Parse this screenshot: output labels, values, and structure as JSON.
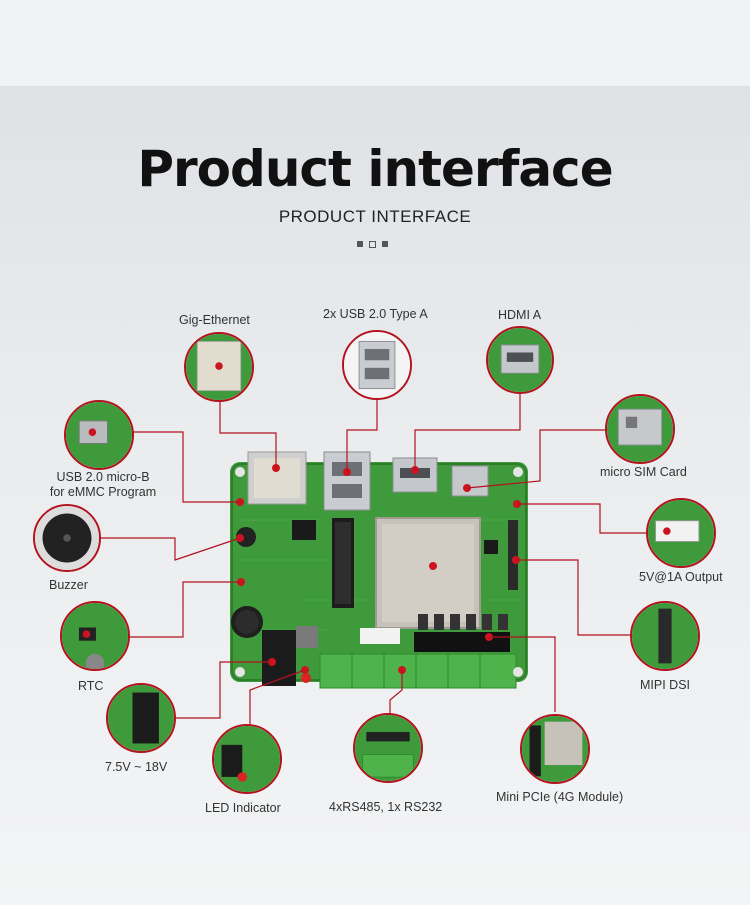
{
  "header": {
    "title": "Product interface",
    "subtitle": "PRODUCT INTERFACE"
  },
  "colors": {
    "accent": "#b3121f",
    "pcb": "#3e9a3a",
    "terminal": "#4db34a"
  },
  "callouts": {
    "gig_ethernet": "Gig-Ethernet",
    "usb_type_a": "2x USB 2.0 Type A",
    "hdmi": "HDMI A",
    "usb_micro_b_1": "USB 2.0 micro-B",
    "usb_micro_b_2": "for eMMC Program",
    "micro_sim": "micro SIM Card",
    "buzzer": "Buzzer",
    "output_5v": "5V@1A Output",
    "rtc": "RTC",
    "mipi_dsi": "MIPI DSI",
    "power_input": "7.5V ~ 18V",
    "led_indicator": "LED Indicator",
    "serial_ports": "4xRS485, 1x RS232",
    "mini_pcie": "Mini PCIe (4G Module)"
  }
}
